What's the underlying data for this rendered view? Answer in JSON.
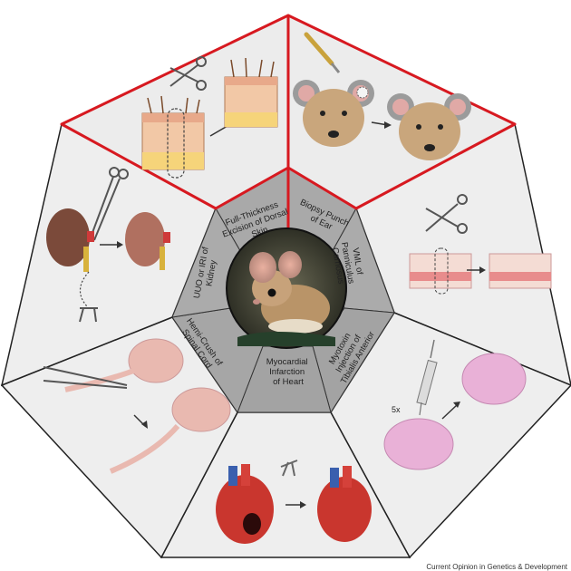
{
  "segments": [
    {
      "id": "skin",
      "lines": [
        "Full-Thickness",
        "Excision of Dorsal",
        "Skin"
      ],
      "highlighted": true
    },
    {
      "id": "ear",
      "lines": [
        "Biopsy Punch",
        "of Ear"
      ],
      "highlighted": true
    },
    {
      "id": "vml",
      "lines": [
        "VML of",
        "Panniculus",
        "Carnosus"
      ],
      "highlighted": false
    },
    {
      "id": "ctx",
      "lines": [
        "Myotoxin",
        "Injection of",
        "Tibialis Anterior"
      ],
      "highlighted": false
    },
    {
      "id": "heart",
      "lines": [
        "Myocardial",
        "Infarction",
        "of Heart"
      ],
      "highlighted": false
    },
    {
      "id": "spinal",
      "lines": [
        "Hemi-Crush of",
        "Spinal Cord"
      ],
      "highlighted": false
    },
    {
      "id": "kidney",
      "lines": [
        "UUO or IRI of",
        "Kidney"
      ],
      "highlighted": false
    }
  ],
  "annotations": {
    "repeat_label": "5x"
  },
  "credit": "Current Opinion in Genetics & Development",
  "colors": {
    "highlight": "#d71920",
    "outer_fill": "#eeeeee",
    "inner_fill": "#a8a8a8",
    "outline": "#222222"
  }
}
